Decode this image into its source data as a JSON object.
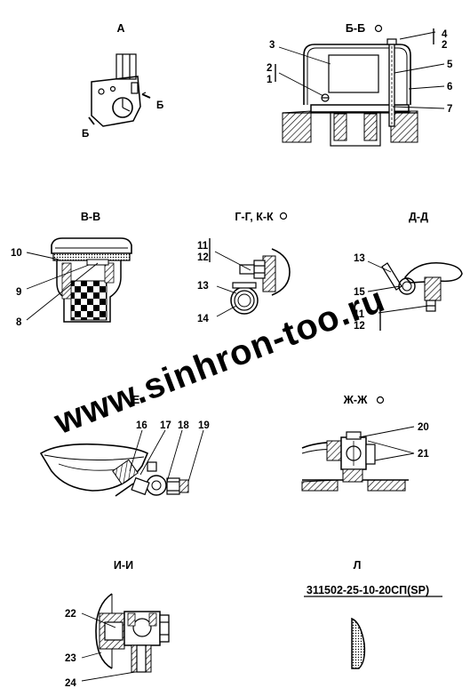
{
  "watermark": "www.sinhron-too.ru",
  "views": {
    "a": {
      "title": "А",
      "section_marks": [
        "Б",
        "Б"
      ]
    },
    "bb": {
      "title": "Б-Б",
      "callouts": [
        "4",
        "2",
        "3",
        "2",
        "1",
        "5",
        "6",
        "7"
      ]
    },
    "vv": {
      "title": "В-В",
      "callouts": [
        "10",
        "9",
        "8"
      ]
    },
    "gg": {
      "title": "Г-Г, К-К",
      "callouts": [
        "11",
        "12",
        "13",
        "14"
      ]
    },
    "dd": {
      "title": "Д-Д",
      "callouts": [
        "13",
        "15",
        "11",
        "12"
      ]
    },
    "e": {
      "title": "Е",
      "callouts": [
        "16",
        "17",
        "18",
        "19"
      ]
    },
    "zz": {
      "title": "Ж-Ж",
      "callouts": [
        "20",
        "21"
      ]
    },
    "ii": {
      "title": "И-И",
      "callouts": [
        "22",
        "23",
        "24"
      ]
    },
    "l": {
      "title": "Л",
      "part_code": "311502-25-10-20СП(SP)"
    }
  },
  "colors": {
    "line": "#000000",
    "hatch": "#000000",
    "watermark": "#cfcfcf"
  }
}
